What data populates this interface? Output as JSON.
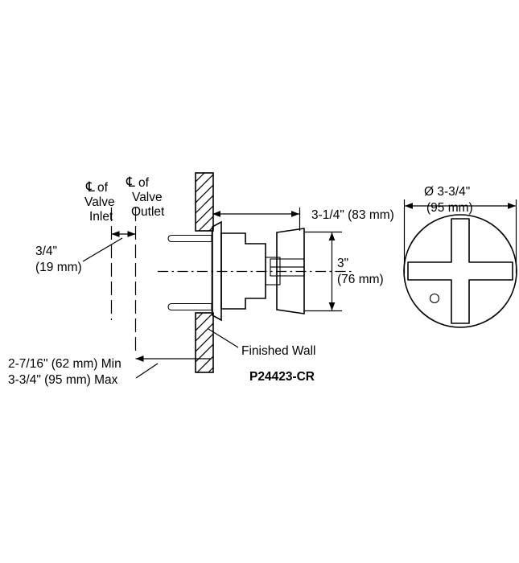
{
  "drawing": {
    "part_number": "P24423-CR",
    "wall_label": "Finished Wall",
    "labels": {
      "cl_inlet_line1": "of",
      "cl_inlet_line2": "Valve",
      "cl_inlet_line3": "Inlet",
      "cl_outlet_line1": "of",
      "cl_outlet_line2": "Valve",
      "cl_outlet_line3": "Outlet",
      "centerline_symbol": "℄"
    },
    "dimensions": {
      "inlet_to_outlet_in": "3/4\"",
      "inlet_to_outlet_mm": "(19 mm)",
      "projection_in": "3-1/4\" (83 mm)",
      "handle_height_in": "3\"",
      "handle_height_mm": "(76 mm)",
      "escutcheon_dia_in": "Ø 3-3/4\"",
      "escutcheon_dia_mm": "(95 mm)",
      "rough_in_min": "2-7/16\" (62 mm) Min",
      "rough_in_max": "3-3/4\" (95 mm) Max"
    },
    "colors": {
      "line": "#000000",
      "background": "#ffffff",
      "text": "#000000"
    }
  }
}
